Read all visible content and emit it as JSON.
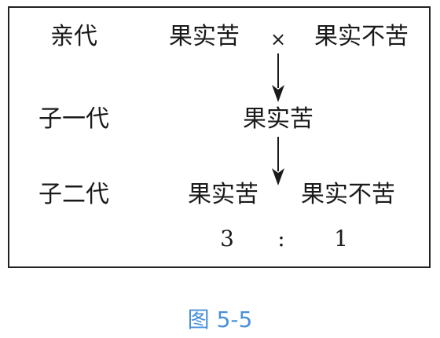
{
  "generations": {
    "parent": "亲代",
    "f1": "子一代",
    "f2": "子二代"
  },
  "parent_cross": {
    "left": "果实苦",
    "symbol": "×",
    "right": "果实不苦"
  },
  "f1_phenotype": "果实苦",
  "f2": {
    "left": "果实苦",
    "right": "果实不苦"
  },
  "ratio": {
    "left": "3",
    "colon": ":",
    "right": "1"
  },
  "caption": "图 5-5",
  "colors": {
    "text": "#1a1a1a",
    "border": "#222222",
    "caption": "#4a90d9"
  }
}
